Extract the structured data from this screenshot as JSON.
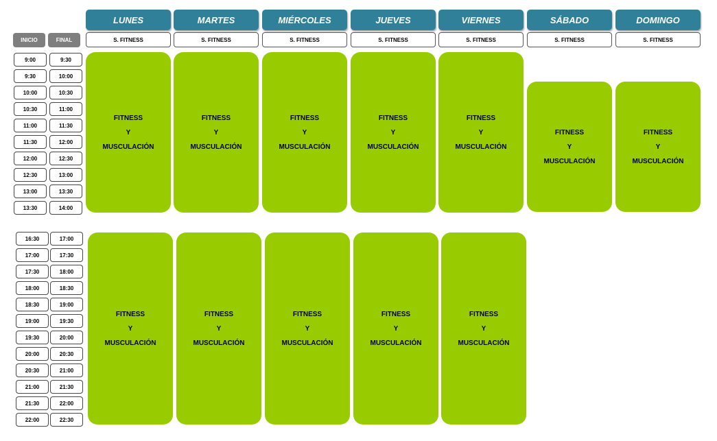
{
  "days": [
    "LUNES",
    "MARTES",
    "MIÉRCOLES",
    "JUEVES",
    "VIERNES",
    "SÁBADO",
    "DOMINGO"
  ],
  "room_label": "S. FITNESS",
  "col_headers": {
    "start": "INICIO",
    "end": "FINAL"
  },
  "morning_slots": [
    [
      "9:00",
      "9:30"
    ],
    [
      "9:30",
      "10:00"
    ],
    [
      "10:00",
      "10:30"
    ],
    [
      "10:30",
      "11:00"
    ],
    [
      "11:00",
      "11:30"
    ],
    [
      "11:30",
      "12:00"
    ],
    [
      "12:00",
      "12:30"
    ],
    [
      "12:30",
      "13:00"
    ],
    [
      "13:00",
      "13:30"
    ],
    [
      "13:30",
      "14:00"
    ]
  ],
  "evening_slots": [
    [
      "16:30",
      "17:00"
    ],
    [
      "17:00",
      "17:30"
    ],
    [
      "17:30",
      "18:00"
    ],
    [
      "18:00",
      "18:30"
    ],
    [
      "18:30",
      "19:00"
    ],
    [
      "19:00",
      "19:30"
    ],
    [
      "19:30",
      "20:00"
    ],
    [
      "20:00",
      "20:30"
    ],
    [
      "20:30",
      "21:00"
    ],
    [
      "21:00",
      "21:30"
    ],
    [
      "21:30",
      "22:00"
    ],
    [
      "22:00",
      "22:30"
    ]
  ],
  "activity": {
    "line1": "FITNESS",
    "line2": "Y",
    "line3": "MUSCULACIÓN"
  },
  "colors": {
    "header": "#2f8098",
    "activity": "#99cc00",
    "col_head": "#7f7f7f"
  }
}
